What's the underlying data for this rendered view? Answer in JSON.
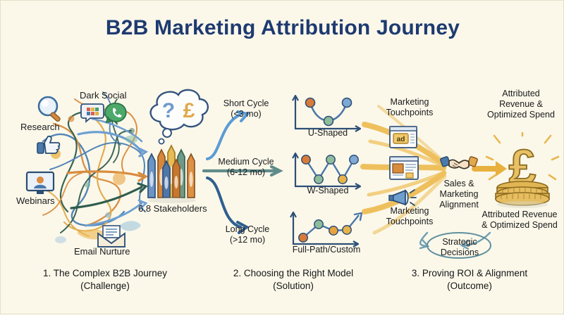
{
  "page": {
    "title": "B2B Marketing Attribution Journey",
    "bg_color": "#fbf8ea",
    "title_color": "#1e3a70"
  },
  "sections": {
    "left": {
      "caption_line1": "1. The Complex B2B Journey",
      "caption_line2": "(Challenge)",
      "labels": {
        "research": "Research",
        "dark_social": "Dark Social",
        "webinars": "Webinars",
        "email_nurture": "Email Nurture",
        "stakeholders": "6.8 Stakeholders"
      },
      "thought_bubble": {
        "question": "?",
        "currency": "£"
      },
      "icons": [
        "magnifier-icon",
        "thumbs-up-icon",
        "slack-chat-icon",
        "whatsapp-icon",
        "webinar-monitor-icon",
        "email-envelope-icon"
      ]
    },
    "middle": {
      "caption_line1": "2. Choosing the Right Model",
      "caption_line2": "(Solution)",
      "cycles": [
        {
          "name": "Short Cycle",
          "duration": "(<3 mo)",
          "arrow_color": "#5b9bd5"
        },
        {
          "name": "Medium Cycle",
          "duration": "(6-12 mo)",
          "arrow_color": "#5f8c8a"
        },
        {
          "name": "Long Cycle",
          "duration": "(>12 mo)",
          "arrow_color": "#2f5f8f"
        }
      ],
      "models": [
        {
          "label": "U-Shaped"
        },
        {
          "label": "W-Shaped"
        },
        {
          "label": "Full-Path/Custom"
        }
      ]
    },
    "right": {
      "caption_line1": "3. Proving ROI & Alignment",
      "caption_line2": "(Outcome)",
      "labels": {
        "touchpoints_top_l1": "Marketing",
        "touchpoints_top_l2": "Touchpoints",
        "touchpoints_bottom_l1": "Marketing",
        "touchpoints_bottom_l2": "Touchpoints",
        "alignment_l1": "Sales &",
        "alignment_l2": "Marketing",
        "alignment_l3": "Alignment",
        "outcome_top_l1": "Attributed",
        "outcome_top_l2": "Revenue &",
        "outcome_top_l3": "Optimized Spend",
        "outcome_bottom_l1": "Attributed Revenue",
        "outcome_bottom_l2": "& Optimized Spend",
        "strategic_l1": "Strategic",
        "strategic_l2": "Decisions"
      },
      "icons": [
        "ad-banner-icon",
        "content-page-icon",
        "megaphone-icon",
        "handshake-icon",
        "pound-coins-icon"
      ],
      "ad_text": "ad",
      "currency_symbol": "£"
    }
  },
  "chart_data": [
    {
      "type": "line",
      "title": "U-Shaped",
      "x": [
        1,
        2,
        3
      ],
      "values": [
        85,
        20,
        85
      ],
      "point_colors": [
        "#d97b38",
        "#8fbc9a",
        "#7fa8d4"
      ],
      "ylim": [
        0,
        100
      ],
      "grid": false,
      "xlabel": "",
      "ylabel": ""
    },
    {
      "type": "line",
      "title": "W-Shaped",
      "x": [
        1,
        2,
        3,
        4,
        5
      ],
      "values": [
        85,
        20,
        85,
        20,
        85
      ],
      "point_colors": [
        "#d97b38",
        "#8fbc9a",
        "#8fbc9a",
        "#e8b44a",
        "#7fa8d4"
      ],
      "ylim": [
        0,
        100
      ],
      "grid": false,
      "xlabel": "",
      "ylabel": ""
    },
    {
      "type": "line",
      "title": "Full-Path/Custom",
      "x": [
        1,
        2,
        3,
        4,
        5
      ],
      "values": [
        18,
        62,
        42,
        45,
        88
      ],
      "point_colors": [
        "#d97b38",
        "#8fbc9a",
        "#e8a33d",
        "#e8b44a",
        "#7fa8d4"
      ],
      "ylim": [
        0,
        100
      ],
      "grid": false,
      "xlabel": "",
      "ylabel": ""
    }
  ]
}
